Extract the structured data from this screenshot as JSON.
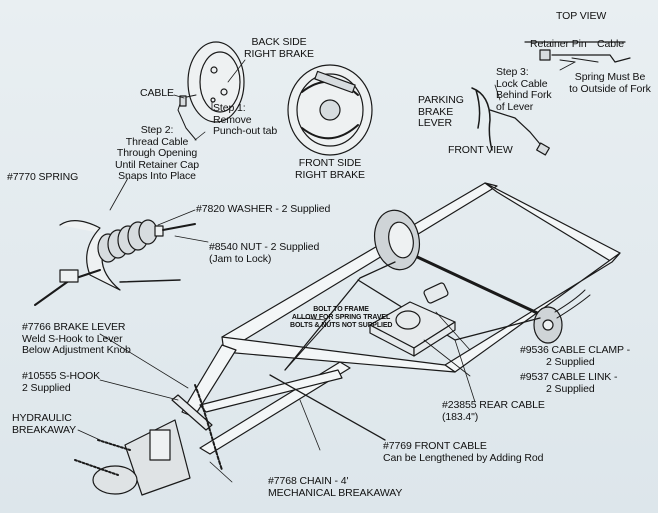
{
  "labels": {
    "top_view": "TOP VIEW",
    "retainer_pin": "Retainer Pin",
    "cable_top": "Cable",
    "spring_outside_1": "Spring Must Be",
    "spring_outside_2": "to Outside of Fork",
    "back_side_1": "BACK SIDE",
    "back_side_2": "RIGHT BRAKE",
    "cable": "CABLE",
    "step1_1": "Step 1:",
    "step1_2": "Remove",
    "step1_3": "Punch-out tab",
    "step2_1": "Step 2:",
    "step2_2": "Thread Cable",
    "step2_3": "Through Opening",
    "step2_4": "Until Retainer Cap",
    "step2_5": "Snaps Into Place",
    "front_side_1": "FRONT SIDE",
    "front_side_2": "RIGHT BRAKE",
    "step3_1": "Step 3:",
    "step3_2": "Lock Cable",
    "step3_3": "Behind Fork",
    "step3_4": "of Lever",
    "parking_1": "PARKING",
    "parking_2": "BRAKE",
    "parking_3": "LEVER",
    "front_view": "FRONT VIEW",
    "spring_7770": "#7770 SPRING",
    "washer_7820": "#7820 WASHER - 2 Supplied",
    "nut_8540_1": "#8540 NUT - 2 Supplied",
    "nut_8540_2": "(Jam to Lock)",
    "lever_7766_1": "#7766 BRAKE LEVER",
    "lever_7766_2": "Weld S-Hook to Lever",
    "lever_7766_3": "Below Adjustment Knob",
    "shook_1": "#10555 S-HOOK",
    "shook_2": "2 Supplied",
    "hydraulic_1": "HYDRAULIC",
    "hydraulic_2": "BREAKAWAY",
    "bolt_1": "BOLT TO FRAME",
    "bolt_2": "ALLOW FOR SPRING TRAVEL",
    "bolt_3": "BOLTS & NUTS NOT SUPPLIED",
    "clamp_9536_1": "#9536 CABLE CLAMP -",
    "clamp_9536_2": "2 Supplied",
    "link_9537_1": "#9537 CABLE LINK -",
    "link_9537_2": "2 Supplied",
    "rear_23855_1": "#23855 REAR CABLE",
    "rear_23855_2": "(183.4\")",
    "front_7769_1": "#7769 FRONT CABLE",
    "front_7769_2": "Can be Lengthened by Adding Rod",
    "chain_7768_1": "#7768 CHAIN - 4'",
    "chain_7768_2": "MECHANICAL BREAKAWAY"
  },
  "colors": {
    "background": "#e3eaee",
    "frame_stroke": "#1a1a1a",
    "frame_fill": "#f2f5f6",
    "part_fill": "#d7dcdf"
  }
}
